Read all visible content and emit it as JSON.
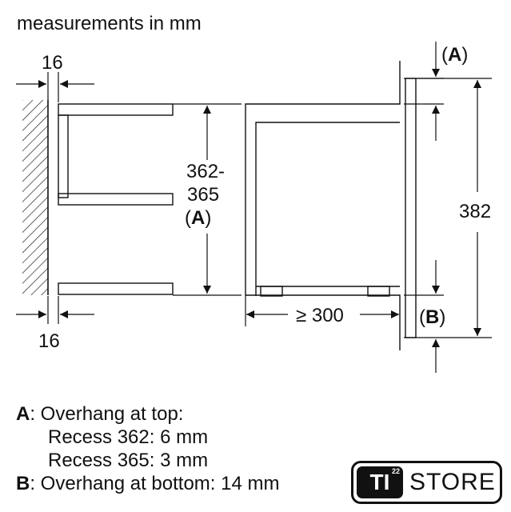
{
  "title": "measurements in mm",
  "dims": {
    "wall_top": "16",
    "wall_bottom": "16",
    "height_line1": "362-",
    "height_line2": "365",
    "height_line3_open": "(",
    "height_line3_letter": "A",
    "height_line3_close": ")",
    "depth": "≥ 300",
    "overall": "382",
    "top_open": "(",
    "top_letter": "A",
    "top_close": ")",
    "bottom_open": "(",
    "bottom_letter": "B",
    "bottom_close": ")"
  },
  "legend": {
    "a_letter": "A",
    "a_text": ": Overhang at top:",
    "a_line2": "Recess 362: 6 mm",
    "a_line3": "Recess 365: 3 mm",
    "b_letter": "B",
    "b_text": ": Overhang at bottom: 14 mm"
  },
  "logo": {
    "badge": "TI",
    "badge_sup": "22",
    "word": "STORE"
  }
}
